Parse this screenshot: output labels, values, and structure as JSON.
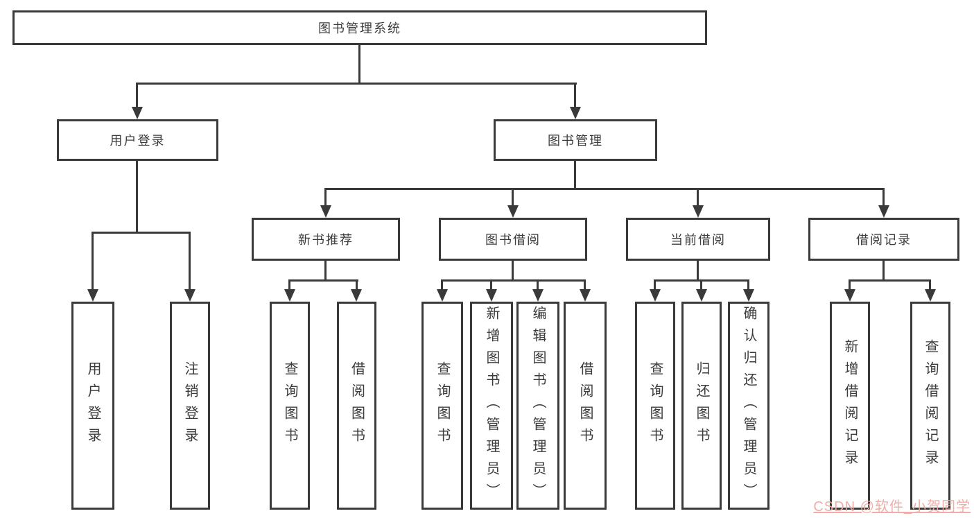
{
  "diagram": {
    "root": {
      "label": "图书管理系统"
    },
    "user_login_branch": {
      "label": "用户登录",
      "children": [
        {
          "label": "用户登录"
        },
        {
          "label": "注销登录"
        }
      ]
    },
    "book_mgmt_branch": {
      "label": "图书管理",
      "sections": [
        {
          "label": "新书推荐",
          "children": [
            {
              "label": "查询图书"
            },
            {
              "label": "借阅图书"
            }
          ]
        },
        {
          "label": "图书借阅",
          "children": [
            {
              "label": "查询图书"
            },
            {
              "label": "新增图书（管理员）"
            },
            {
              "label": "编辑图书（管理员）"
            },
            {
              "label": "借阅图书"
            }
          ]
        },
        {
          "label": "当前借阅",
          "children": [
            {
              "label": "查询图书"
            },
            {
              "label": "归还图书"
            },
            {
              "label": "确认归还（管理员）"
            }
          ]
        },
        {
          "label": "借阅记录",
          "children": [
            {
              "label": "新增借阅记录"
            },
            {
              "label": "查询借阅记录"
            }
          ]
        }
      ]
    },
    "watermark": "CSDN @软件_小贺同学"
  },
  "colors": {
    "line": "#3a3a3a",
    "text": "#3c3c3c",
    "watermark": "#f0a9a5",
    "background": "#ffffff"
  }
}
